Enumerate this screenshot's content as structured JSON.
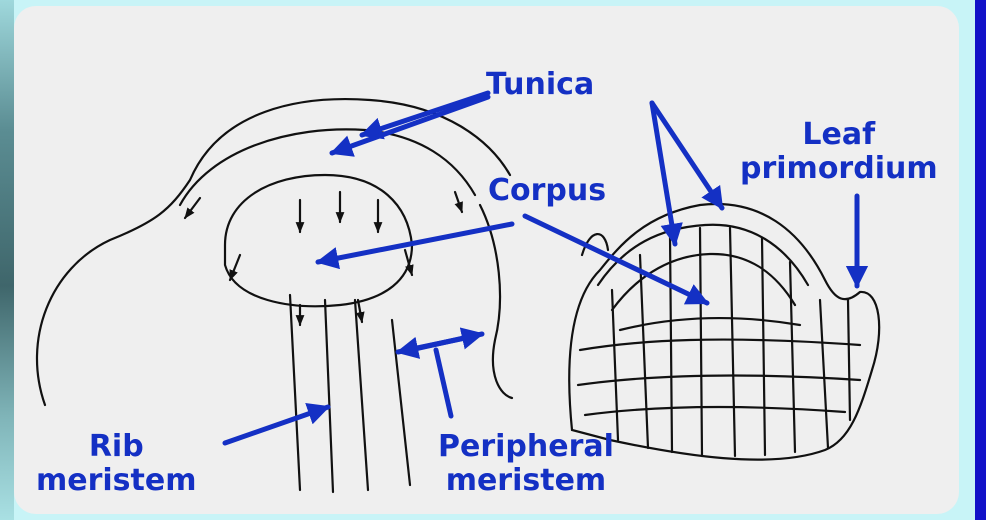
{
  "colors": {
    "background": "#c8f4f7",
    "panel": "#efefef",
    "accent_bar": "#1111c8",
    "label": "#1430c4",
    "arrow": "#1430c4",
    "ink": "#111111"
  },
  "labels": {
    "tunica": "Tunica",
    "leaf_line1": "Leaf",
    "leaf_line2": "primordium",
    "corpus": "Corpus",
    "rib_line1": "Rib",
    "rib_line2": "meristem",
    "peripheral_line1": "Peripheral",
    "peripheral_line2": "meristem"
  }
}
